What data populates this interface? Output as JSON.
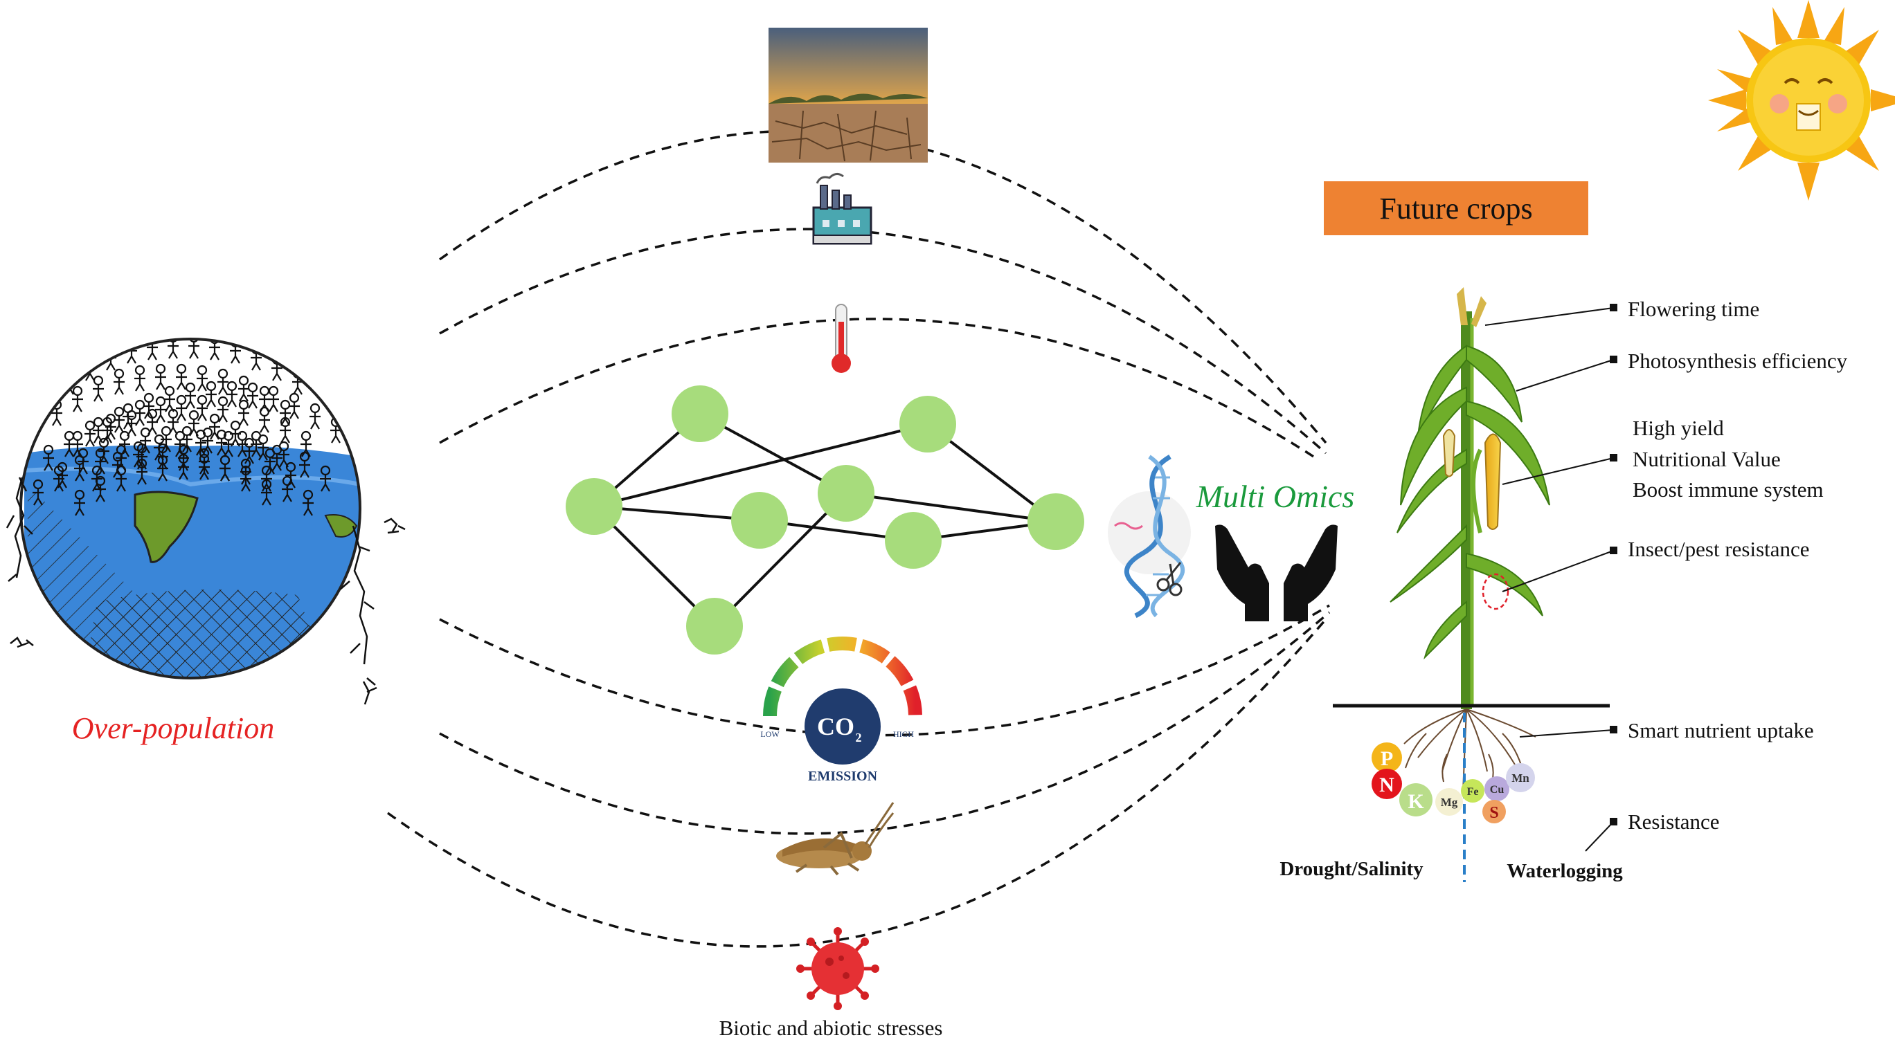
{
  "left": {
    "label": "Over-population",
    "label_color": "#e52222"
  },
  "center": {
    "caption": "Biotic and abiotic stresses"
  },
  "multi_omics": {
    "label": "Multi Omics",
    "label_color": "#1a9a3c"
  },
  "future_crops": {
    "title": "Future crops",
    "box_color": "#ee8232"
  },
  "co2_gauge": {
    "value": "CO",
    "subscript": "2",
    "title": "EMISSION",
    "low": "LOW",
    "high": "HIGH"
  },
  "nutrients": [
    "P",
    "N",
    "K",
    "Mg",
    "Fe",
    "Cu",
    "Mn",
    "S"
  ],
  "traits": {
    "flowering": "Flowering time",
    "photosynthesis": "Photosynthesis efficiency",
    "high_yield": "High yield",
    "nutritional": "Nutritional Value",
    "immune": "Boost immune system",
    "insect": "Insect/pest resistance",
    "nutrient_uptake": "Smart nutrient uptake",
    "resistance": "Resistance"
  },
  "soil_labels": {
    "drought": "Drought/Salinity",
    "waterlogging": "Waterlogging"
  },
  "stress_icons": [
    "cracked-earth",
    "factory",
    "thermometer",
    "co2-emission-gauge",
    "locust",
    "virus"
  ],
  "colors": {
    "node": "#a7dc7c",
    "sun": "#f7c613",
    "globe_water": "#3a86d8",
    "land": "#6d9a2b"
  }
}
